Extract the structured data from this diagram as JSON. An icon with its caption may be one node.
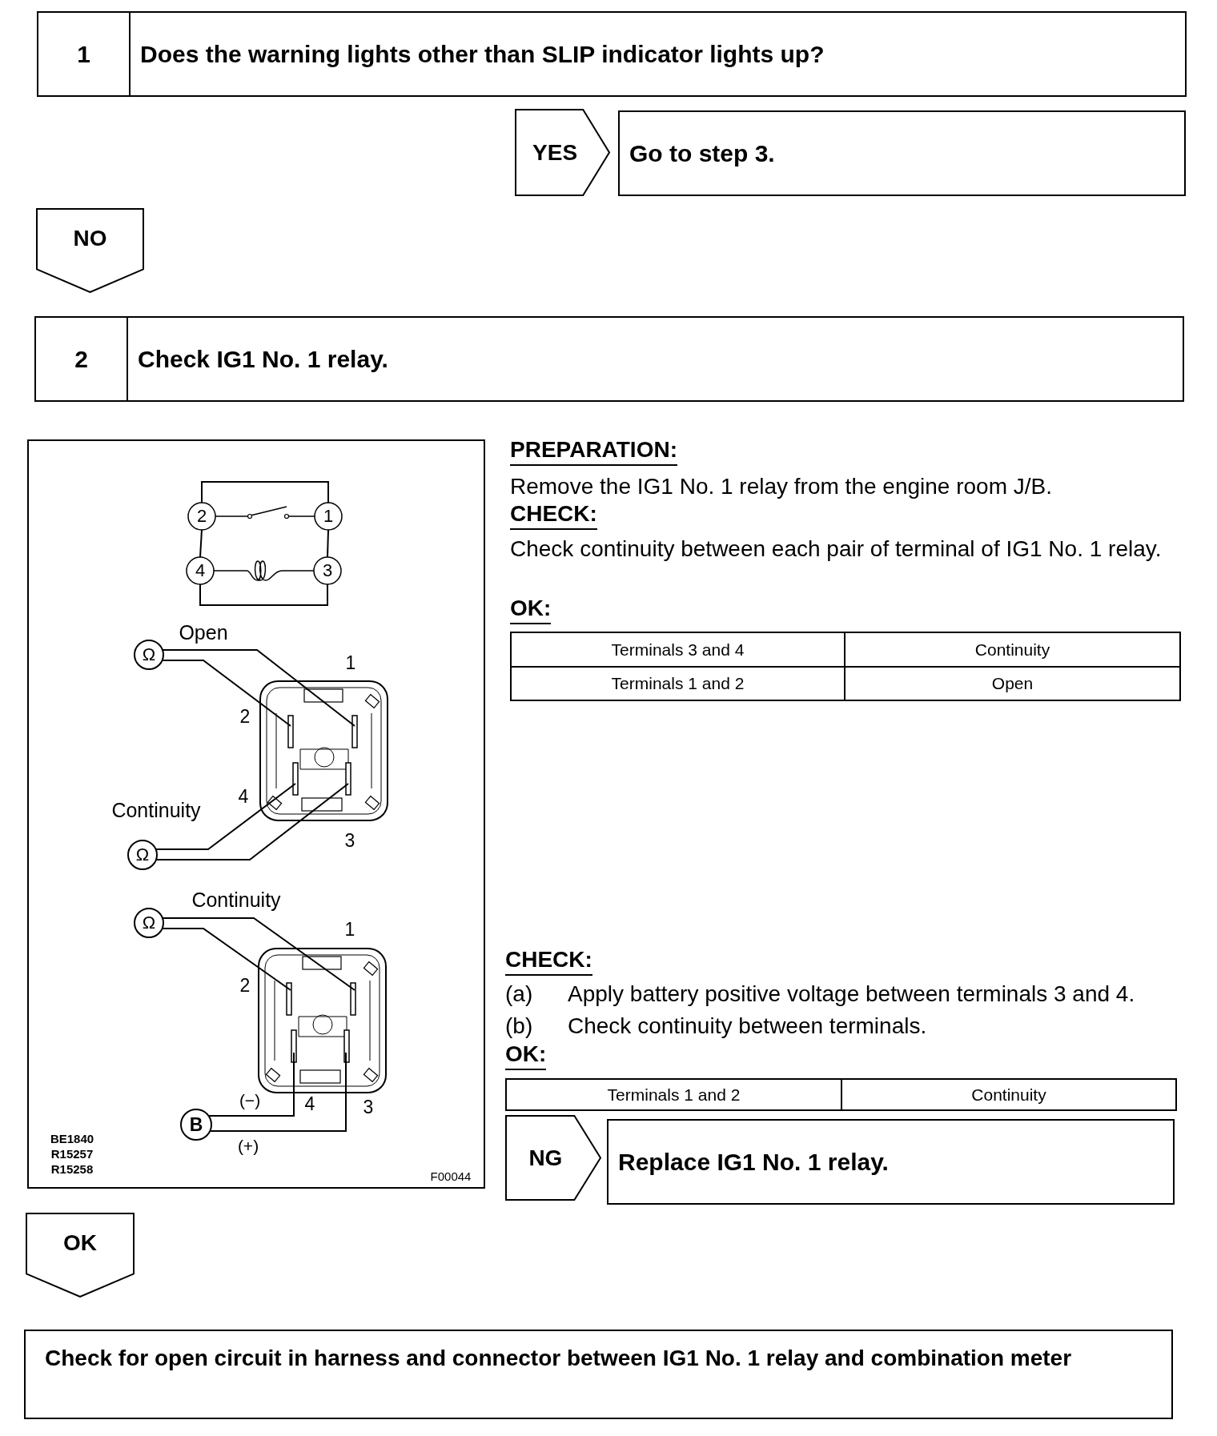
{
  "diagram": {
    "nodes": [
      {
        "text": [
          "1",
          "Does the warning lights other than SLIP indicator lights up?"
        ]
      },
      {
        "text": [
          "Go to step 3."
        ]
      },
      {
        "text": [
          "NO"
        ]
      },
      {
        "text": [
          "2",
          "Check IG1 No. 1 relay."
        ]
      },
      {
        "text": [
          "NG"
        ]
      },
      {
        "text": [
          "Replace IG1 No. 1 relay."
        ]
      },
      {
        "text": [
          "OK"
        ]
      },
      {
        "text": [
          "Check for open circuit in harness and connector between IG1 No. 1 relay and combination meter"
        ]
      }
    ],
    "edges": [
      {
        "from": 0,
        "to": 1,
        "arrow": "to",
        "label": "YES"
      }
    ],
    "labels": [
      "2",
      "1",
      "4",
      "3",
      "Open",
      "Ω",
      "1",
      "2",
      "4",
      "Continuity",
      "Ω",
      "3",
      "Continuity",
      "Ω",
      "1",
      "2",
      "(−)",
      "4",
      "3",
      "B",
      "(+)",
      "BE1840",
      "R15257",
      "R15258",
      "F00044",
      "PREPARATION:",
      "Remove the IG1 No. 1 relay from the engine room J/B.",
      "CHECK:",
      "Check continuity between each pair of terminal of IG1 No. 1 relay.",
      "OK:",
      "Terminals 3 and 4",
      "Continuity",
      "Terminals 1 and 2",
      "Open",
      "CHECK:",
      "(a)",
      "Apply battery positive voltage between terminals 3 and 4.",
      "(b)",
      "Check continuity between terminals.",
      "OK:",
      "Terminals 1 and 2",
      "Continuity"
    ]
  }
}
